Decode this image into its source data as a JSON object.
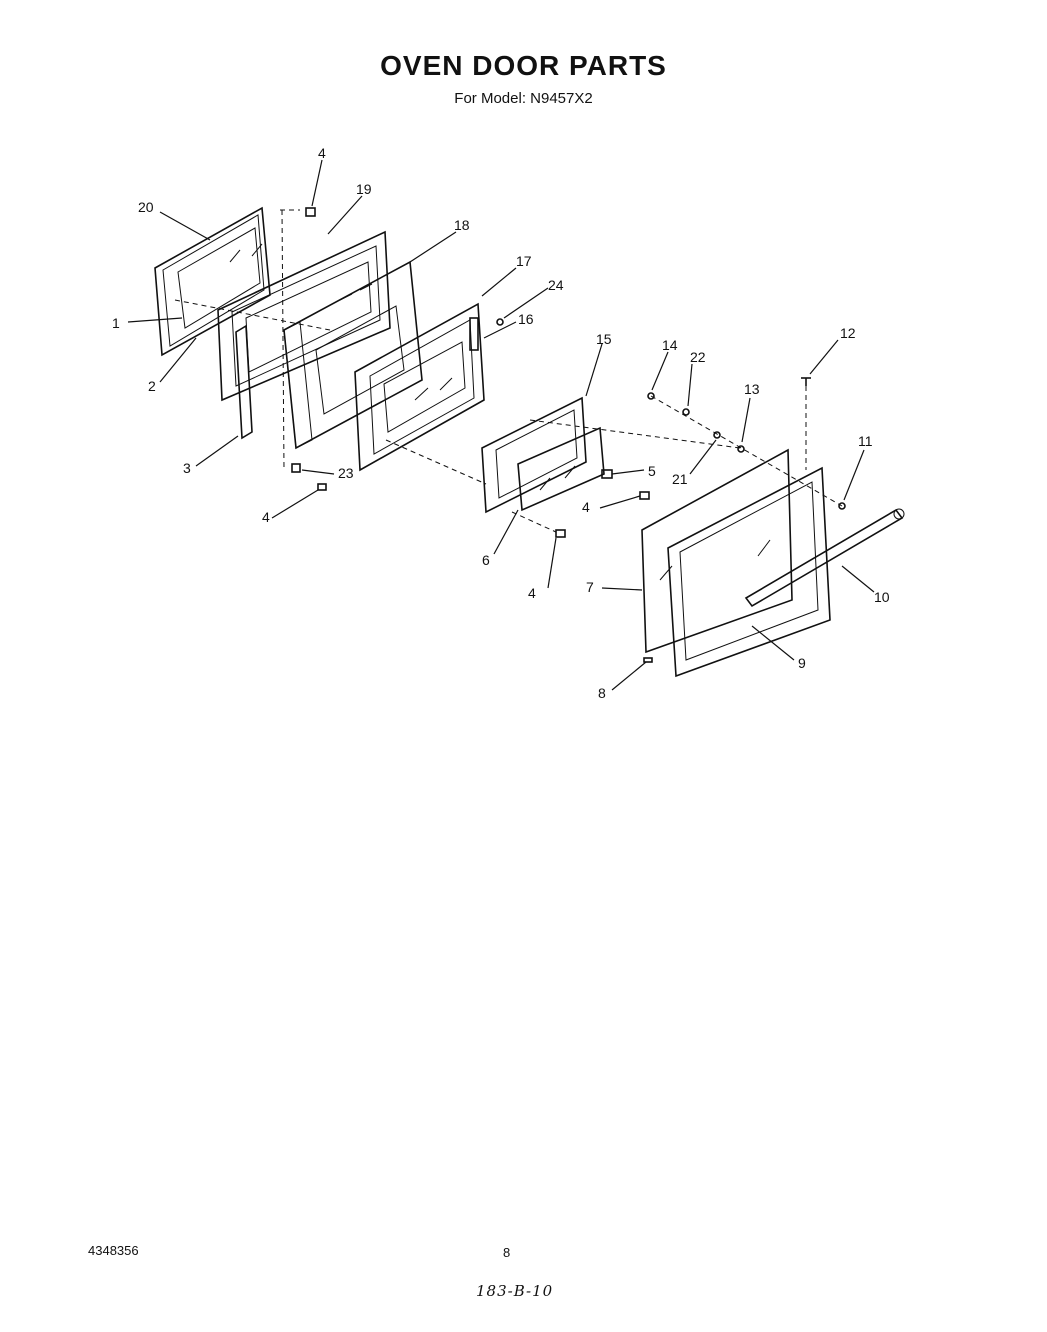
{
  "title": "OVEN DOOR PARTS",
  "subtitle": "For Model: N9457X2",
  "callouts": {
    "c1": "1",
    "c2": "2",
    "c3": "3",
    "c4a": "4",
    "c4b": "4",
    "c4c": "4",
    "c4d": "4",
    "c5": "5",
    "c6": "6",
    "c7": "7",
    "c8": "8",
    "c9": "9",
    "c10": "10",
    "c11": "11",
    "c12": "12",
    "c13": "13",
    "c14": "14",
    "c15": "15",
    "c16": "16",
    "c17": "17",
    "c18": "18",
    "c19": "19",
    "c20": "20",
    "c21": "21",
    "c22": "22",
    "c23": "23",
    "c24": "24"
  },
  "footer": {
    "code": "4348356",
    "page": "8",
    "handwritten": "183-B-10"
  }
}
